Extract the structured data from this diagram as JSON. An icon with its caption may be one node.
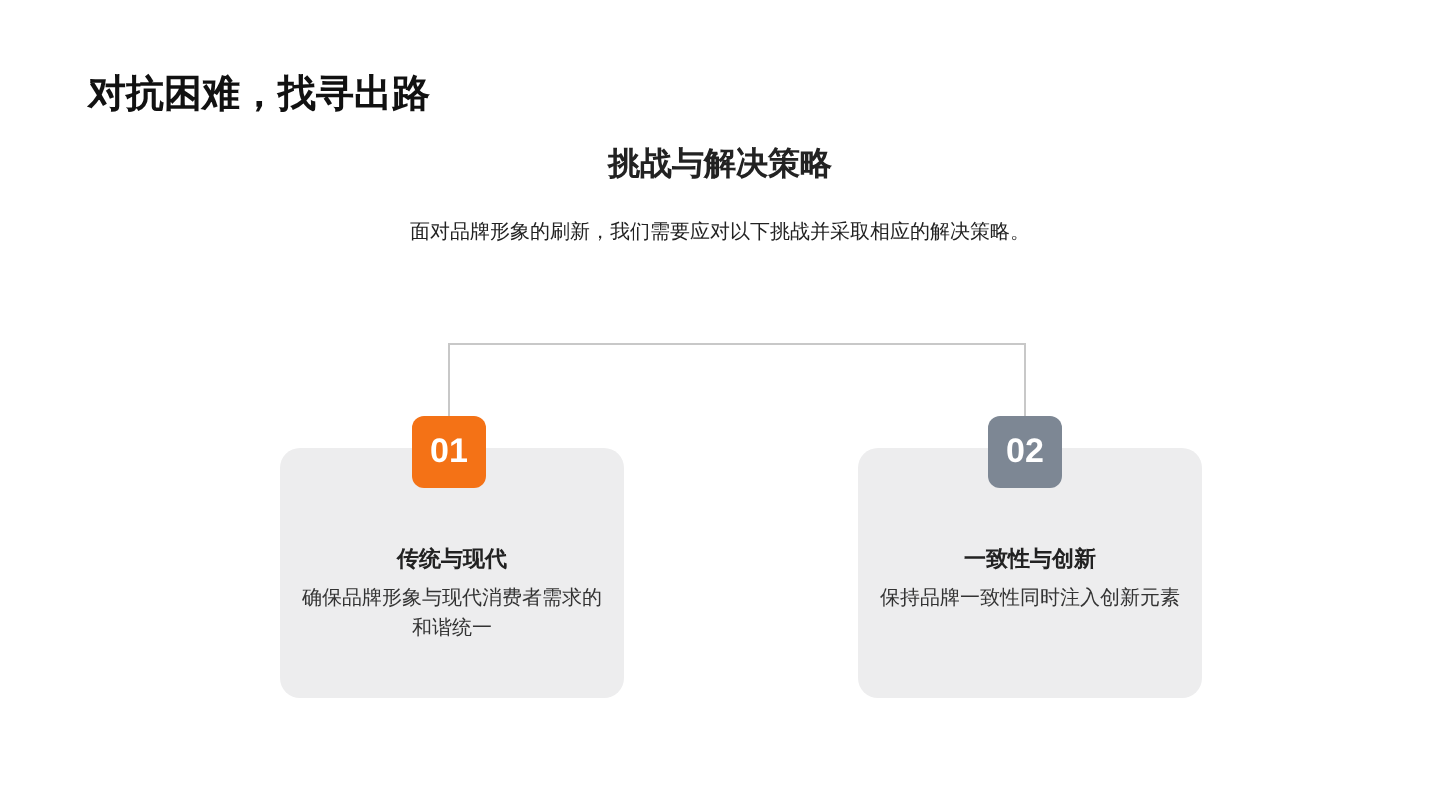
{
  "diagram": {
    "title": "对抗困难，找寻出路",
    "nodes": [
      {
        "text": [
          "01"
        ]
      },
      {
        "text": [
          "传统与现代",
          "确保品牌形象与现代消费者需求的和谐统一"
        ]
      },
      {
        "text": [
          "02"
        ]
      },
      {
        "text": [
          "一致性与创新",
          "保持品牌一致性同时注入创新元素"
        ]
      }
    ],
    "edges": [
      {
        "from": 0,
        "to": 2,
        "arrow": "none"
      }
    ],
    "labels": [
      "挑战与解决策略",
      "面对品牌形象的刷新，我们需要应对以下挑战并采取相应的解决策略。"
    ]
  }
}
